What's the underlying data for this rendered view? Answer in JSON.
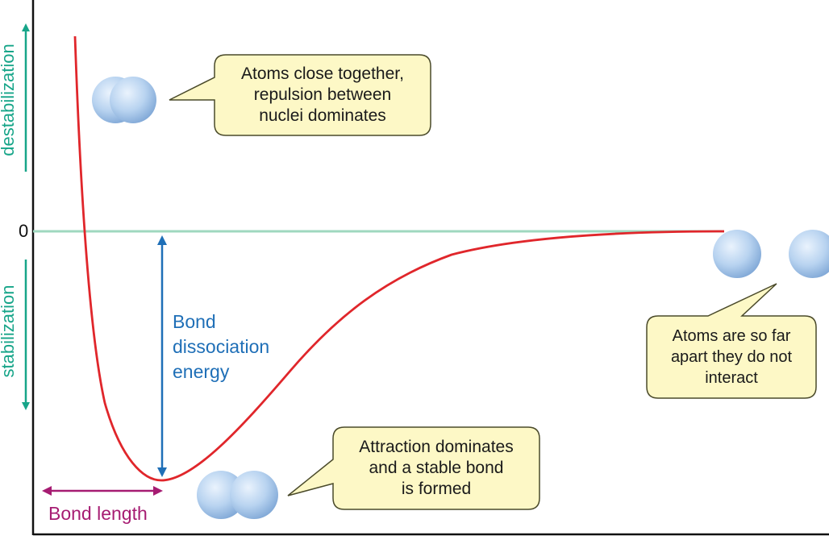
{
  "axis": {
    "zero_label": "0",
    "destabilization_label": "destabilization",
    "stabilization_label": "stabilization"
  },
  "labels": {
    "bond_dissociation": [
      "Bond",
      "dissociation",
      "energy"
    ],
    "bond_length": "Bond length"
  },
  "callouts": {
    "close": [
      "Atoms close together,",
      "repulsion between",
      "nuclei dominates"
    ],
    "far": [
      "Atoms are so far",
      "apart they do not",
      "interact"
    ],
    "bond": [
      "Attraction dominates",
      "and a stable bond",
      "is formed"
    ]
  },
  "colors": {
    "curve": "#e0262b",
    "zero_line": "#9fd8bf",
    "teal": "#17a589",
    "blue": "#1f6fb7",
    "magenta": "#a61c72",
    "callout_fill": "#fdf8c6",
    "callout_stroke": "#4a4a2a",
    "atom": "#a8c8ec"
  }
}
